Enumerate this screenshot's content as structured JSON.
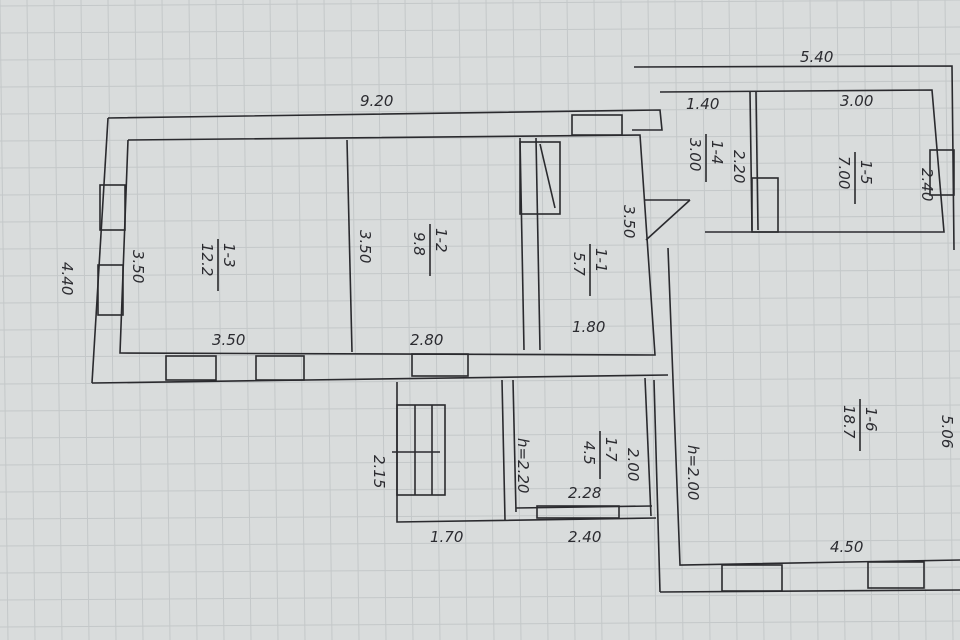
{
  "colors": {
    "paper": "#d9dcdc",
    "grid": "#c4c8c9",
    "ink": "#2a2a2e"
  },
  "dimensions": {
    "overall_width_left": "9.20",
    "overall_width_right": "5.40",
    "overall_depth_left": "4.40",
    "right_block_depth": "5.06",
    "room_1_3_depth": "3.50",
    "room_1_3_width": "3.50",
    "room_1_2_depth": "3.50",
    "room_1_2_width": "2.80",
    "room_1_1_width": "1.80",
    "room_1_1_depth": "3.50",
    "room_1_4_width": "1.40",
    "room_1_4_depth": "2.20",
    "room_1_5_width": "3.00",
    "room_1_5_depth": "2.40",
    "stair_depth": "2.15",
    "stair_width": "1.70",
    "room_1_7_width": "2.40",
    "room_1_7_depth": "2.00",
    "room_1_7_inner": "2.28",
    "room_1_7_height": "h=2.20",
    "room_1_6_height": "h=2.00",
    "room_1_6_width": "4.50"
  },
  "rooms": [
    {
      "id": "1-3",
      "area": "12.2"
    },
    {
      "id": "1-2",
      "area": "9.8"
    },
    {
      "id": "1-1",
      "area": "5.7"
    },
    {
      "id": "1-4",
      "area": "3.00"
    },
    {
      "id": "1-5",
      "area": "7.00"
    },
    {
      "id": "1-7",
      "area": "4.5"
    },
    {
      "id": "1-6",
      "area": "18.7"
    }
  ]
}
